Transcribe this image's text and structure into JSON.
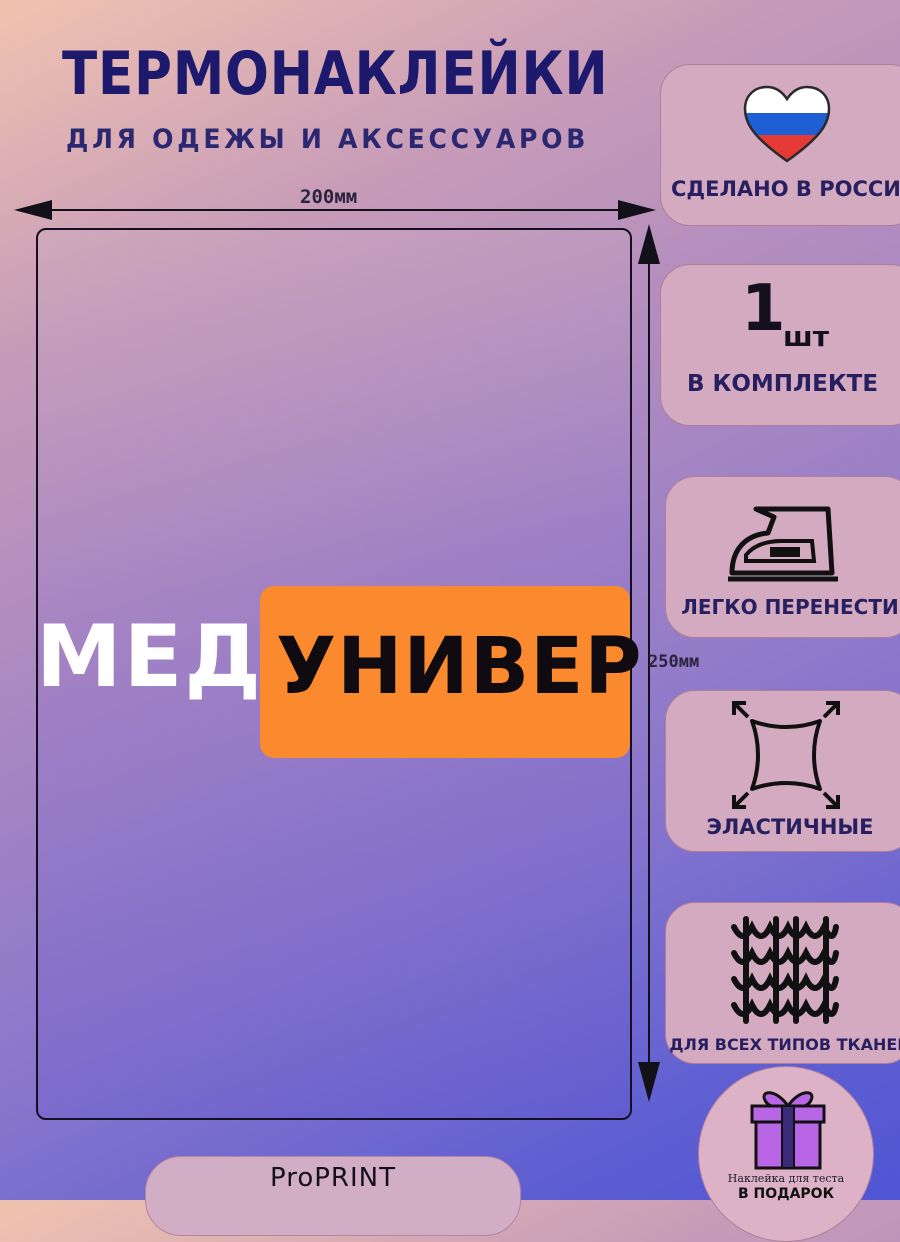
{
  "header": {
    "title": "ТЕРМОНАКЛЕЙКИ",
    "subtitle": "ДЛЯ ОДЕЖЫ И АКСЕССУАРОВ"
  },
  "dimensions": {
    "width_label": "200мм",
    "height_label": "250мм"
  },
  "sticker": {
    "word_white": "МЕД",
    "word_black": "УНИВЕР",
    "accent_color": "#fb8a2e"
  },
  "features": [
    {
      "icon": "heart-russia-flag-icon",
      "label": "СДЕЛАНО В РОССИИ"
    },
    {
      "icon": "quantity",
      "quantity": "1",
      "unit": "шт",
      "label": "В КОМПЛЕКТЕ"
    },
    {
      "icon": "iron-icon",
      "label": "ЛЕГКО ПЕРЕНЕСТИ"
    },
    {
      "icon": "stretch-square-icon",
      "label": "ЭЛАСТИЧНЫЕ"
    },
    {
      "icon": "fabric-weave-icon",
      "label": "ДЛЯ ВСЕХ ТИПОВ ТКАНЕЙ"
    }
  ],
  "gift": {
    "icon": "gift-box-icon",
    "line1": "Наклейка для теста",
    "line2": "В ПОДАРОК"
  },
  "brand": {
    "name": "ProPRINT"
  },
  "colors": {
    "title": "#1d1a6e",
    "card_bg": "#d4aac0",
    "flag_white": "#ffffff",
    "flag_blue": "#1f5fd6",
    "flag_red": "#e53935",
    "gift_purple": "#b866e6"
  }
}
